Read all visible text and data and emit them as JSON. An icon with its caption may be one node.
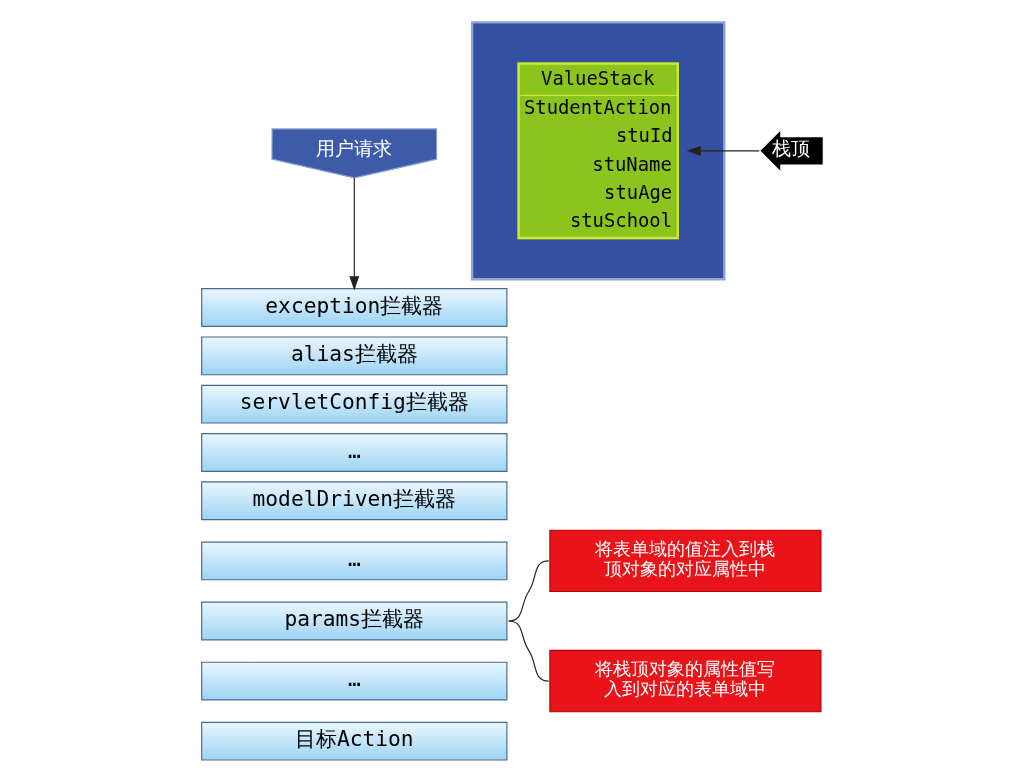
{
  "diagram": {
    "nodes": [
      {
        "text": [
          "用户请求"
        ]
      },
      {
        "text": [
          "exception拦截器"
        ]
      },
      {
        "text": [
          "alias拦截器"
        ]
      },
      {
        "text": [
          "servletConfig拦截器"
        ]
      },
      {
        "text": [
          "…"
        ]
      },
      {
        "text": [
          "modelDriven拦截器"
        ]
      },
      {
        "text": [
          "…"
        ]
      },
      {
        "text": [
          "params拦截器"
        ]
      },
      {
        "text": [
          "…"
        ]
      },
      {
        "text": [
          "目标Action"
        ]
      },
      {
        "text": [],
        "shape": "document"
      },
      {
        "text": [
          "ValueStack",
          "StudentAction",
          "stuId",
          "stuName",
          "stuAge",
          "stuSchool"
        ],
        "in": 10
      },
      {
        "text": [
          "栈顶"
        ]
      },
      {
        "text": [
          "将表单域的值注入到栈顶对象的对应属性中"
        ]
      },
      {
        "text": [
          "将栈顶对象的属性值写入到对应的表单域中"
        ]
      }
    ],
    "edges": [
      {
        "from": 0,
        "to": 1,
        "arrow": "to"
      },
      {
        "from": 12,
        "to": 11,
        "arrow": "to"
      },
      {
        "from": 7,
        "to": 13,
        "arrow": "none"
      },
      {
        "from": 7,
        "to": 14,
        "arrow": "none"
      }
    ]
  }
}
